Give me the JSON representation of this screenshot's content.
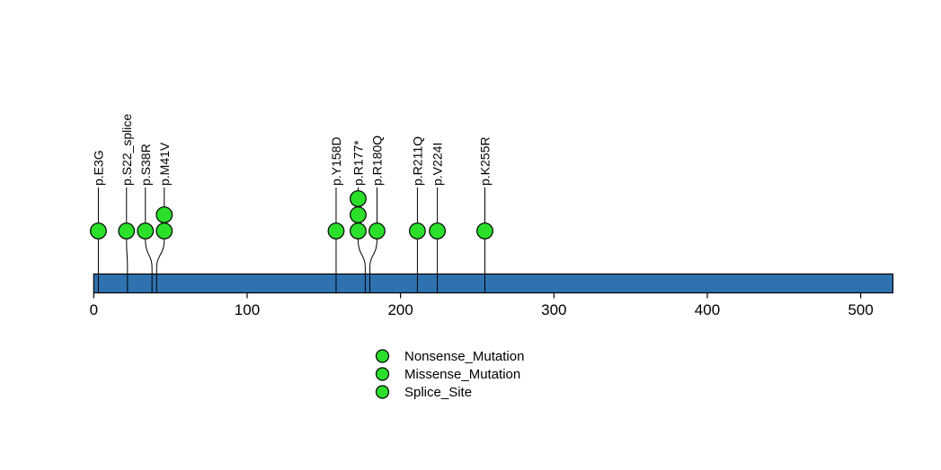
{
  "figure": {
    "background_color": "#ffffff"
  },
  "chart_data": {
    "type": "lollipop",
    "title": "",
    "xlabel": "",
    "ylabel": "",
    "protein_length": 521,
    "xlim": [
      0,
      521
    ],
    "axis_ticks": [
      0,
      100,
      200,
      300,
      400,
      500
    ],
    "grid": "off",
    "legend_position": "bottom-center",
    "bar_color": "#2e72b0",
    "bar_outline_color": "#000000",
    "marker_color": "#2bdf2b",
    "marker_outline_color": "#000000",
    "stem_color": "#000000",
    "mutations": [
      {
        "label": "p.E3G",
        "position": 3,
        "count": 1
      },
      {
        "label": "p.S22_splice",
        "position": 22,
        "count": 1
      },
      {
        "label": "p.S38R",
        "position": 38,
        "count": 1
      },
      {
        "label": "p.M41V",
        "position": 41,
        "count": 2
      },
      {
        "label": "p.Y158D",
        "position": 158,
        "count": 1
      },
      {
        "label": "p.R177*",
        "position": 177,
        "count": 3
      },
      {
        "label": "p.R180Q",
        "position": 180,
        "count": 1
      },
      {
        "label": "p.R211Q",
        "position": 211,
        "count": 1
      },
      {
        "label": "p.V224I",
        "position": 224,
        "count": 1
      },
      {
        "label": "p.K255R",
        "position": 255,
        "count": 1
      }
    ],
    "legend": [
      {
        "label": "Nonsense_Mutation",
        "color": "#2bdf2b"
      },
      {
        "label": "Missense_Mutation",
        "color": "#2bdf2b"
      },
      {
        "label": "Splice_Site",
        "color": "#2bdf2b"
      }
    ]
  }
}
